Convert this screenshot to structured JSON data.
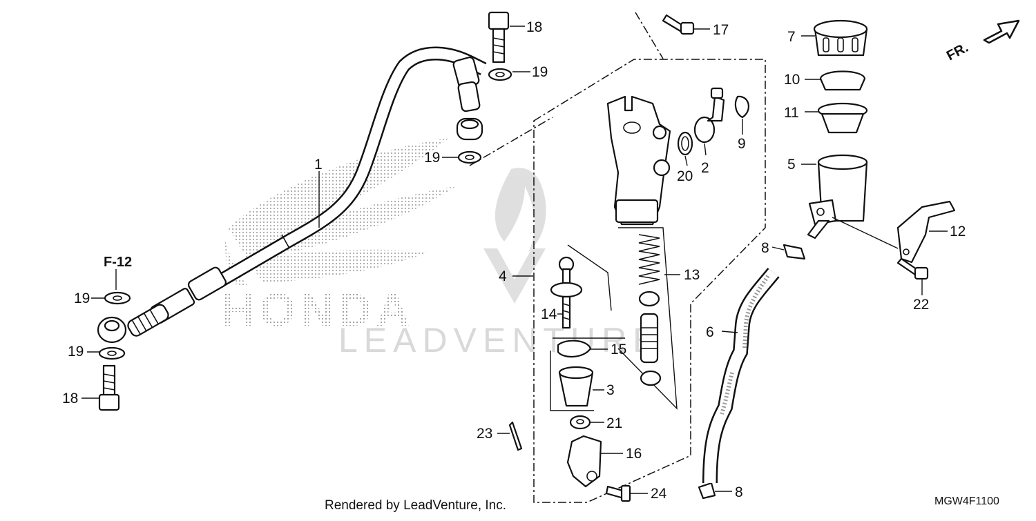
{
  "diagram": {
    "ref_label": "F-12",
    "direction_label": "FR.",
    "footer": "Rendered by LeadVenture, Inc.",
    "code": "MGW4F1100",
    "watermark": {
      "brand": "HONDA",
      "dealer": "LEADVENTURE"
    },
    "callouts": [
      "1",
      "2",
      "3",
      "4",
      "5",
      "6",
      "7",
      "8",
      "8",
      "9",
      "10",
      "11",
      "12",
      "13",
      "14",
      "15",
      "16",
      "17",
      "18",
      "18",
      "19",
      "19",
      "19",
      "19",
      "20",
      "21",
      "22",
      "23",
      "24"
    ]
  }
}
